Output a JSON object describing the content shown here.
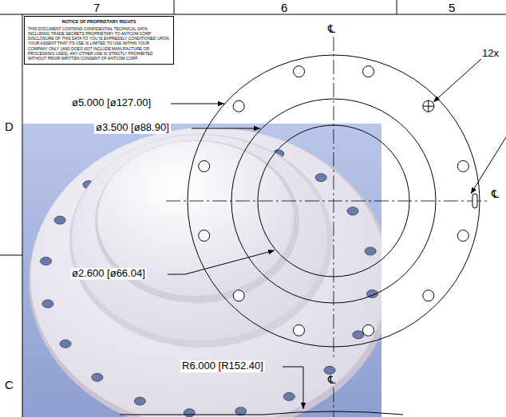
{
  "diagram": {
    "nodes": [
      {
        "text": [
          "NOTICE OF PROPRIETARY RIGHTS",
          "THIS DOCUMENT CONTAINS CONFIDENTIAL TECHNICAL DATA INCLUDING TRADE SECRETS PROPRIETARY TO ANTCOM CORP. DISCLOSURE OF THIS DATA TO YOU IS EXPRESSLY CONDITIONED UPON YOUR ASSENT THAT ITS USE IS LIMITED TO USE WITHIN YOUR COMPANY ONLY (AND DOES NOT INCLUDE MANUFACTURE OR PROCESSING USES). ANY OTHER USE IS STRICTLY PROHIBITED WITHOUT PRIOR WRITTEN CONSENT OF ANTCOM CORP."
        ]
      }
    ],
    "labels": [
      "7",
      "6",
      "5",
      "D",
      "C",
      "℄",
      "12x",
      "ø5.000 [ø127.00]",
      "ø3.500 [ø88.90]",
      "ø2.600 [ø66.04]",
      "℄",
      "R6.000 [R152.40]",
      "℄"
    ]
  }
}
